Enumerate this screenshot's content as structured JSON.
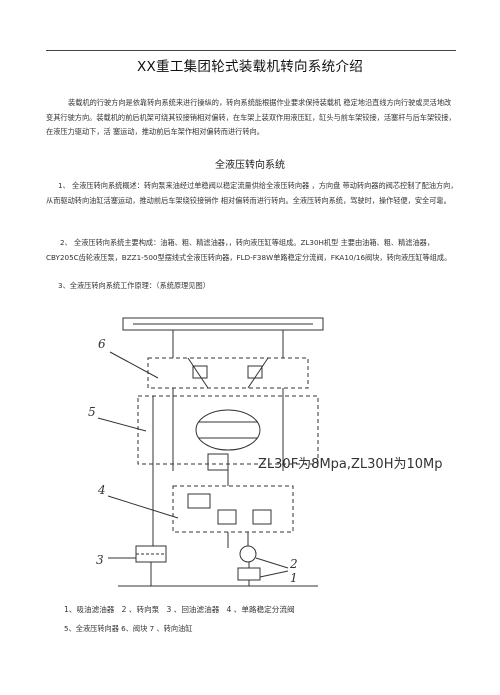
{
  "document": {
    "title": "XX重工集团轮式装载机转向系统介绍",
    "intro": "装载机的行驶方向是依靠转向系统来进行操纵的，转向系统能根据作业要求保持装载机 稳定地沿直线方向行驶或灵活地改变其行驶方向。装载机的前后机架可绕其铰接销相对偏转，在车架上装双作用液压缸，缸头与前车架铰接，活塞杆与后车架铰接，在液压力驱动下，活 塞运动，推动前后车架作相对偏转而进行转向。",
    "section_title": "全液压转向系统",
    "item1": "1、 全液压转向系统概述：转向泵来油经过单稳阀以稳定流量供给全液压转向器 ，方向盘 带动转向器的阀芯控制了配油方向，从而驱动转向油缸活塞运动，推动前后车架绕铰接销作 相对偏转而进行转向。全液压转向系统，驾驶时，操作轻便，安全可靠。",
    "item2": "2、 全液压转向系统主要构成：油箱、粗、精滤油器，，转向液压缸等组成。ZL30H机型 主要由油箱、粗、精滤油器，CBY205C齿轮液压泵，BZZ1-500型摆线式全液压转向器，FLD-F38W单路稳定分流阀，FKA10/16阀块，转向液压缸等组成。",
    "item3": "3、全液压转向系统工作原理：（系统原理见图）",
    "diagram": {
      "pressure_note": "ZL30F为8Mpa,ZL30H为10Mp",
      "labels": [
        "1",
        "2",
        "3",
        "4",
        "5",
        "6"
      ]
    },
    "caption_line1": "1、吸油滤油器   2 、转向泵   3 、回油滤油器   4 、单路稳定分流阀",
    "caption_line2": "5、全液压转向器 6、阀块 7 、转向油缸"
  }
}
